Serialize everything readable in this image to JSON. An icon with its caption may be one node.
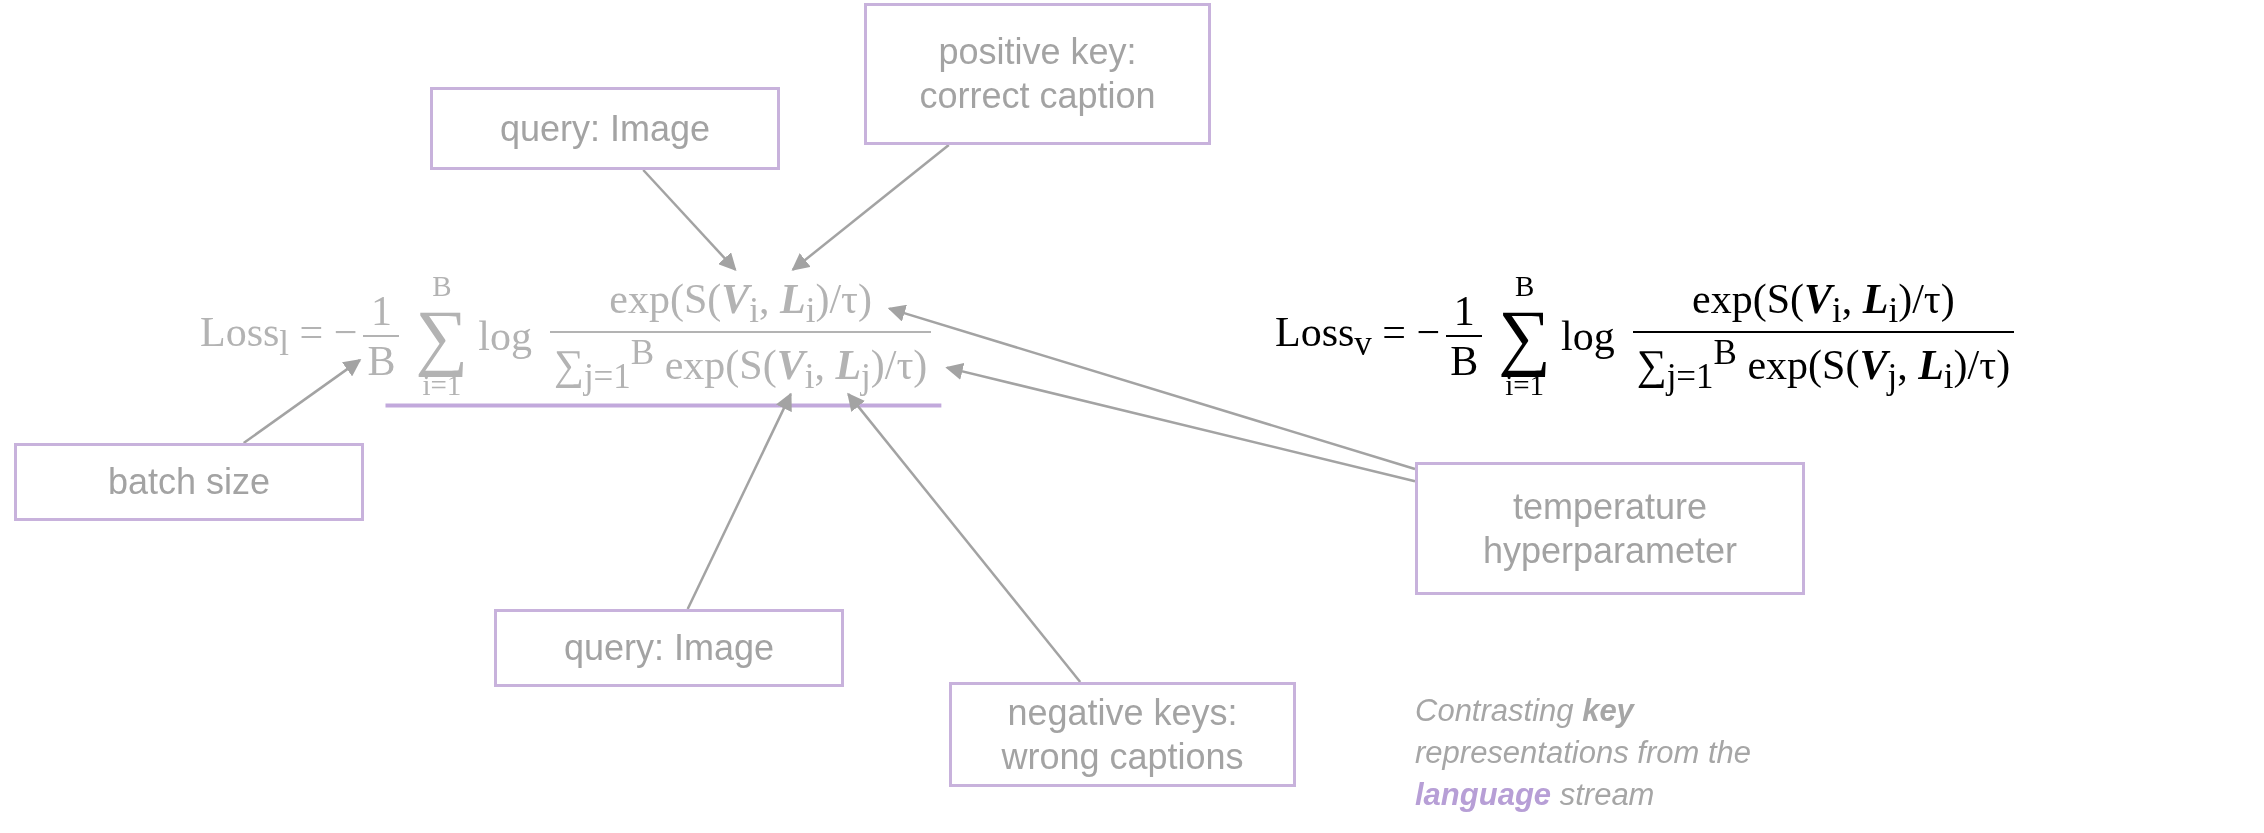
{
  "diagram": {
    "nodes": [
      {
        "text": [
          "query: Image"
        ]
      },
      {
        "text": [
          "positive key: correct caption"
        ]
      },
      {
        "text": [
          "Loss$_{l}$ = −",
          "1",
          "B",
          "B",
          "∑",
          "i=1",
          "log",
          "exp(S(**V**$_{i}$, **L**$_{i}$)/τ)",
          "∑$_{j=1}$$^{B}$ exp(S(**V**$_{i}$, **L**$_{j}$)/τ)"
        ]
      },
      {
        "text": [
          "batch size"
        ]
      },
      {
        "text": [
          "temperature hyperparameter"
        ]
      },
      {
        "text": [
          "query: Image"
        ]
      },
      {
        "text": [
          "negative keys: wrong captions"
        ]
      }
    ],
    "edges": [
      {
        "from": 0,
        "to": 2,
        "arrow": "to"
      },
      {
        "from": 1,
        "to": 2,
        "arrow": "to"
      },
      {
        "from": 3,
        "to": 2,
        "arrow": "to"
      },
      {
        "from": 4,
        "to": 2,
        "arrow": "to"
      },
      {
        "from": 4,
        "to": 2,
        "arrow": "to"
      },
      {
        "from": 5,
        "to": 2,
        "arrow": "to"
      },
      {
        "from": 6,
        "to": 2,
        "arrow": "to"
      }
    ],
    "labels": [
      "Loss$_{v}$ = −",
      "1",
      "B",
      "B",
      "∑",
      "i=1",
      "log",
      "exp(S(**V**$_{i}$, **L**$_{i}$)/τ)",
      "∑$_{j=1}$$^{B}$ exp(S(**V**$_{j}$, **L**$_{i}$)/τ)",
      "Contrasting **key** representations from the **language** stream"
    ]
  }
}
